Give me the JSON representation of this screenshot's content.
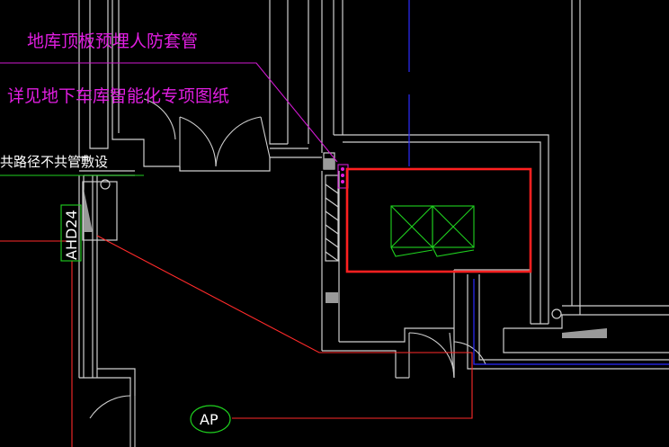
{
  "colors": {
    "background": "#000000",
    "wall": "#cfcfcf",
    "annotation_text": "#e01ee0",
    "highlight_box": "#ff2a2a",
    "leader_line": "#d11ad1",
    "pipe_blue": "#2b2bff",
    "equipment_green": "#1fd11f"
  },
  "annotations": {
    "note_1": "地库顶板预埋人防套管",
    "note_2": "详见地下车库智能化专项图纸",
    "note_3": "共路径不共管敷设"
  },
  "tags": {
    "panel_ahd": "AHD24",
    "panel_ap": "AP"
  }
}
